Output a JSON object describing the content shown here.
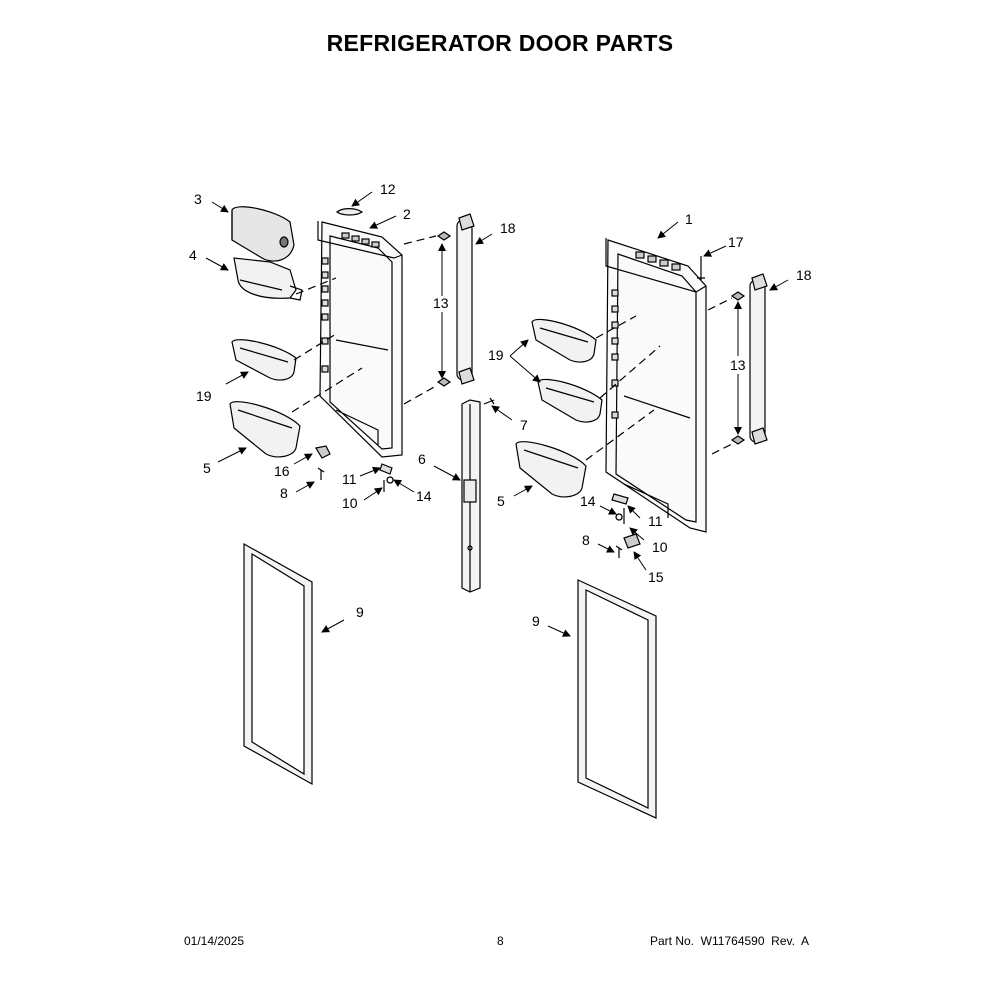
{
  "page": {
    "title": "REFRIGERATOR DOOR PARTS"
  },
  "callouts": {
    "c1": "1",
    "c2": "2",
    "c3": "3",
    "c4": "4",
    "c5a": "5",
    "c5b": "5",
    "c6": "6",
    "c7": "7",
    "c8a": "8",
    "c8b": "8",
    "c9a": "9",
    "c9b": "9",
    "c10a": "10",
    "c10b": "10",
    "c11a": "11",
    "c11b": "11",
    "c12": "12",
    "c13a": "13",
    "c13b": "13",
    "c14a": "14",
    "c14b": "14",
    "c15": "15",
    "c16": "16",
    "c17": "17",
    "c18a": "18",
    "c18b": "18",
    "c19a": "19",
    "c19b": "19"
  },
  "footer": {
    "date": "01/14/2025",
    "page_number": "8",
    "part_number": "Part No.  W11764590  Rev.  A"
  }
}
